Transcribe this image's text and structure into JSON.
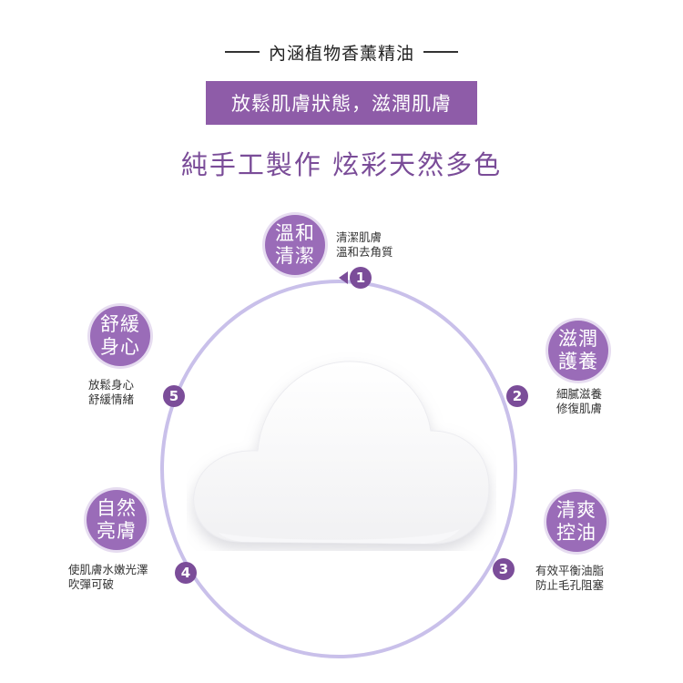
{
  "header": {
    "title": "內涵植物香薰精油",
    "banner": "放鬆肌膚狀態，滋潤肌膚",
    "subtitle": "純手工製作 炫彩天然多色"
  },
  "features": [
    {
      "num": "1",
      "title_line1": "溫和",
      "title_line2": "清潔",
      "desc_line1": "清潔肌膚",
      "desc_line2": "溫和去角質"
    },
    {
      "num": "2",
      "title_line1": "滋潤",
      "title_line2": "護養",
      "desc_line1": "細膩滋養",
      "desc_line2": "修復肌膚"
    },
    {
      "num": "3",
      "title_line1": "清爽",
      "title_line2": "控油",
      "desc_line1": "有效平衡油脂",
      "desc_line2": "防止毛孔阻塞"
    },
    {
      "num": "4",
      "title_line1": "自然",
      "title_line2": "亮膚",
      "desc_line1": "使肌膚水嫩光澤",
      "desc_line2": "吹彈可破"
    },
    {
      "num": "5",
      "title_line1": "舒緩",
      "title_line2": "身心",
      "desc_line1": "放鬆身心",
      "desc_line2": "舒緩情緒"
    }
  ],
  "colors": {
    "accent": "#8e5ca8",
    "ring": "#c9c0ea",
    "number": "#7b4d99"
  }
}
